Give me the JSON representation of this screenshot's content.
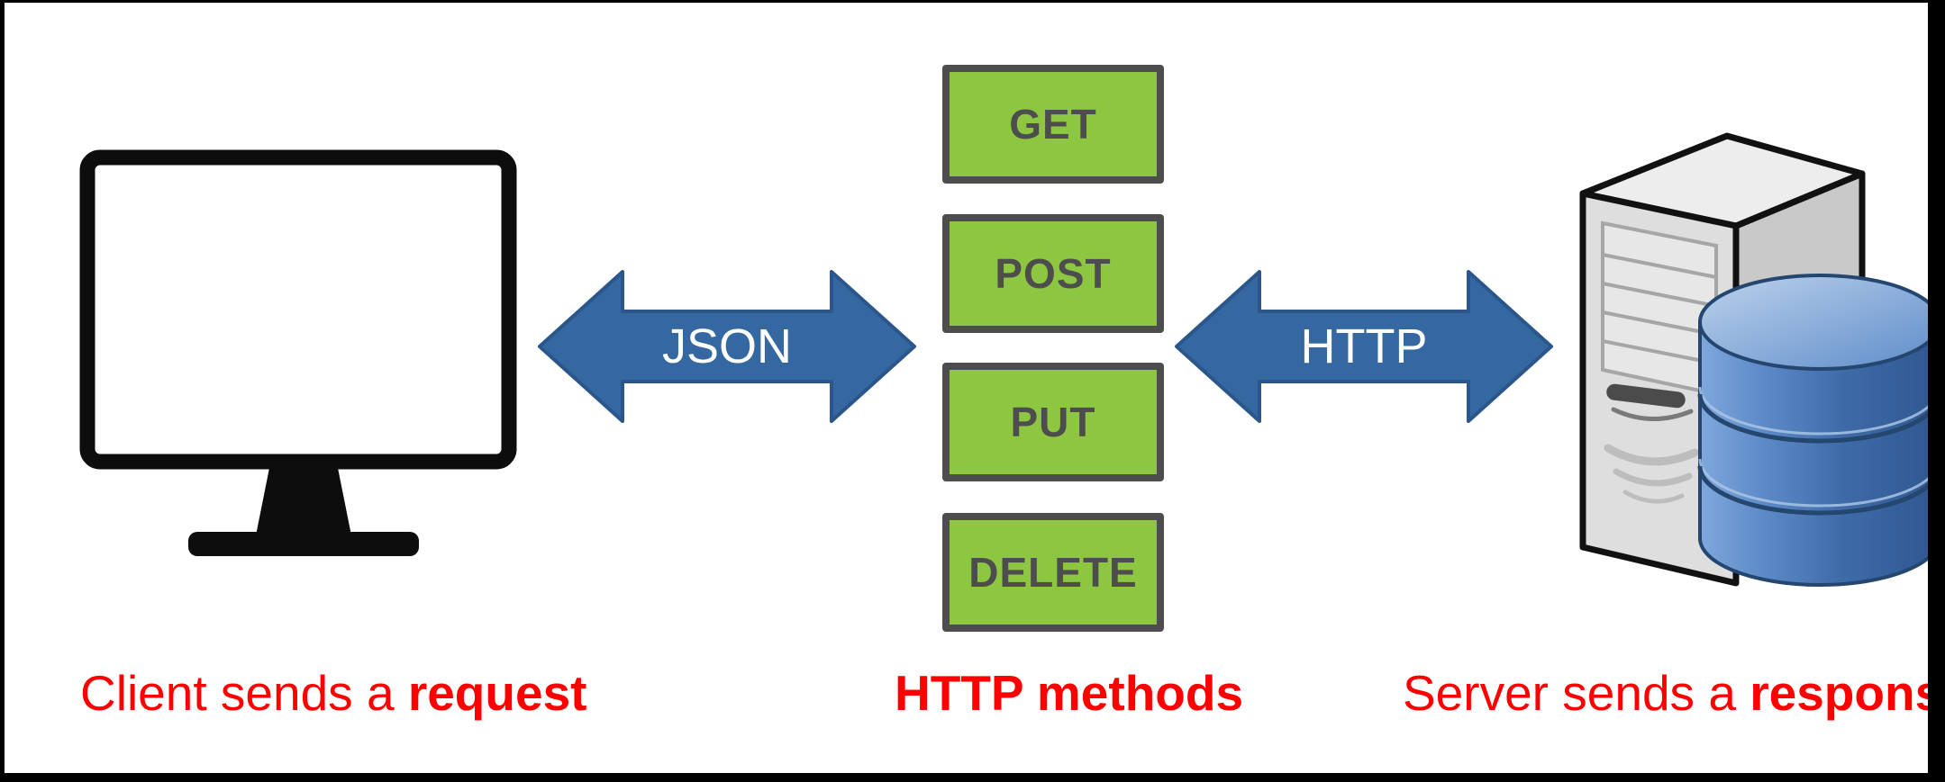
{
  "client": {
    "caption_prefix": "Client sends a ",
    "caption_emphasis": "request"
  },
  "methods": {
    "caption": "HTTP methods",
    "items": [
      "GET",
      "POST",
      "PUT",
      "DELETE"
    ]
  },
  "server": {
    "caption_prefix": "Server sends a ",
    "caption_emphasis": "response"
  },
  "arrows": {
    "left_label": "JSON",
    "right_label": "HTTP"
  },
  "colors": {
    "frame": "#000000",
    "background": "#FFFFFF",
    "method_fill": "#8DC641",
    "method_border": "#4D4D4D",
    "method_text": "#4D4D4D",
    "arrow_fill": "#3568A1",
    "arrow_border": "#2B568B",
    "arrow_text": "#FFFFFF",
    "caption_text": "#FF0000",
    "monitor_outline": "#0D0D0D",
    "server_body": "#DEDEDE",
    "database_blue": "#3E6BA8"
  }
}
